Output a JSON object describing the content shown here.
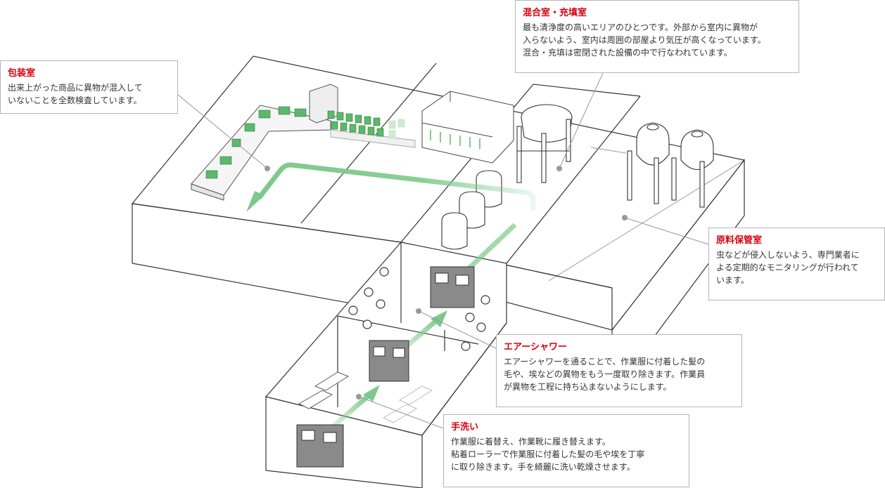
{
  "callouts": {
    "packaging": {
      "title": "包装室",
      "lines": [
        "出来上がった商品に異物が混入して",
        "いないことを全数検査しています。"
      ]
    },
    "mixing": {
      "title": "混合室・充填室",
      "lines": [
        "最も清浄度の高いエリアのひとつです。外部から室内に異物が",
        "入らないよう、室内は周囲の部屋より気圧が高くなっています。",
        "混合・充填は密閉された設備の中で行なわれています。"
      ]
    },
    "raw": {
      "title": "原料保管室",
      "lines": [
        "虫などが侵入しないよう、専門業者に",
        "よる定期的なモニタリングが行われて",
        "います。"
      ]
    },
    "air": {
      "title": "エアーシャワー",
      "lines": [
        "エアーシャワーを通ることで、作業服に付着した髪の",
        "毛や、埃などの異物をもう一度取り除きます。作業員",
        "が異物を工程に持ち込まないようにします。"
      ]
    },
    "hand": {
      "title": "手洗い",
      "lines": [
        "作業服に着替え、作業靴に履き替えます。",
        "粘着ローラーで作業服に付着した髪の毛や埃を丁寧",
        "に取り除きます。手を綺麗に洗い乾燥させます。"
      ]
    }
  },
  "colors": {
    "accent_title": "#d6000f",
    "flow_arrow": "#7dc98c",
    "outline": "#333333",
    "leader_line": "#999999",
    "door": "#8a8a8a",
    "product_box": "#5cb86a"
  }
}
